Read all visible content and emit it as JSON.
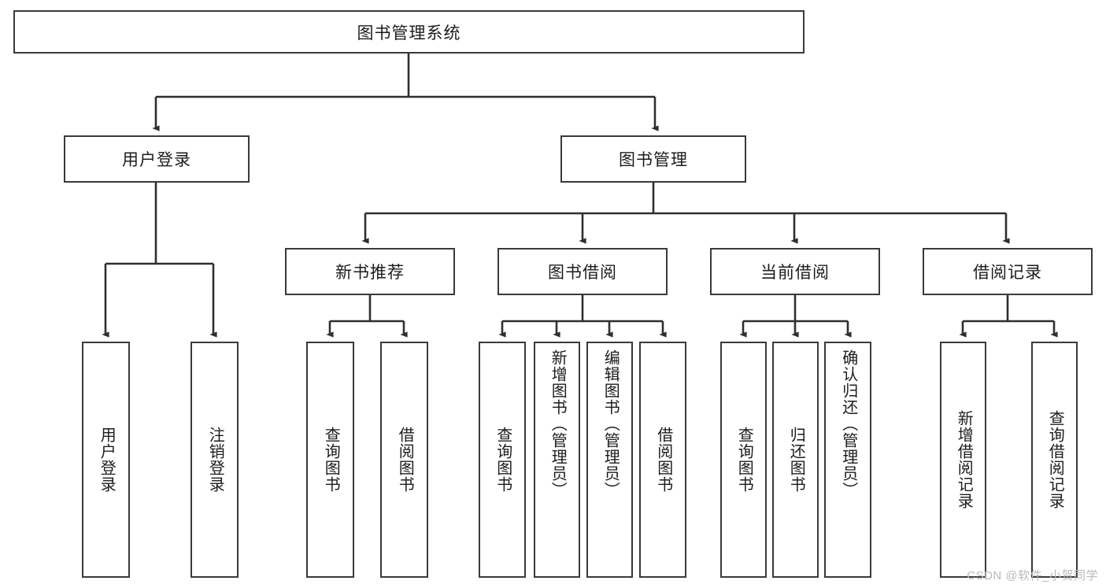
{
  "diagram": {
    "type": "tree-hierarchy",
    "title": "图书管理系统",
    "orientation": "top-down",
    "watermark": "CSDN @软件_小贺同学",
    "colors": {
      "box_border": "#3a3a3a",
      "box_fill": "#ffffff",
      "edge": "#2f2f2f",
      "text": "#1c1c1c",
      "watermark": "#b9b9b9",
      "background": "#ffffff"
    },
    "nodes": {
      "root": {
        "id": "root",
        "label": "图书管理系统",
        "level": 0,
        "text_orientation": "horizontal"
      },
      "level1": [
        {
          "id": "user-login",
          "label": "用户登录",
          "level": 1,
          "text_orientation": "horizontal"
        },
        {
          "id": "book-manage",
          "label": "图书管理",
          "level": 1,
          "text_orientation": "horizontal"
        }
      ],
      "level2": [
        {
          "id": "new-book-recommend",
          "label": "新书推荐",
          "level": 2,
          "parent": "book-manage",
          "text_orientation": "horizontal"
        },
        {
          "id": "book-borrow",
          "label": "图书借阅",
          "level": 2,
          "parent": "book-manage",
          "text_orientation": "horizontal"
        },
        {
          "id": "current-borrow",
          "label": "当前借阅",
          "level": 2,
          "parent": "book-manage",
          "text_orientation": "horizontal"
        },
        {
          "id": "borrow-record",
          "label": "借阅记录",
          "level": 2,
          "parent": "book-manage",
          "text_orientation": "horizontal"
        }
      ],
      "leaves": [
        {
          "id": "leaf-user-login",
          "label": "用户登录",
          "parent": "user-login",
          "text_orientation": "vertical"
        },
        {
          "id": "leaf-logout",
          "label": "注销登录",
          "parent": "user-login",
          "text_orientation": "vertical"
        },
        {
          "id": "leaf-query-book-1",
          "label": "查询图书",
          "parent": "new-book-recommend",
          "text_orientation": "vertical"
        },
        {
          "id": "leaf-borrow-book-1",
          "label": "借阅图书",
          "parent": "new-book-recommend",
          "text_orientation": "vertical"
        },
        {
          "id": "leaf-query-book-2",
          "label": "查询图书",
          "parent": "book-borrow",
          "text_orientation": "vertical"
        },
        {
          "id": "leaf-add-book",
          "label": "新增图书（管理员）",
          "parent": "book-borrow",
          "text_orientation": "vertical"
        },
        {
          "id": "leaf-edit-book",
          "label": "编辑图书（管理员）",
          "parent": "book-borrow",
          "text_orientation": "vertical"
        },
        {
          "id": "leaf-borrow-book-2",
          "label": "借阅图书",
          "parent": "book-borrow",
          "text_orientation": "vertical"
        },
        {
          "id": "leaf-query-book-3",
          "label": "查询图书",
          "parent": "current-borrow",
          "text_orientation": "vertical"
        },
        {
          "id": "leaf-return-book",
          "label": "归还图书",
          "parent": "current-borrow",
          "text_orientation": "vertical"
        },
        {
          "id": "leaf-confirm-return",
          "label": "确认归还（管理员）",
          "parent": "current-borrow",
          "text_orientation": "vertical"
        },
        {
          "id": "leaf-add-record",
          "label": "新增借阅记录",
          "parent": "borrow-record",
          "text_orientation": "vertical"
        },
        {
          "id": "leaf-query-record",
          "label": "查询借阅记录",
          "parent": "borrow-record",
          "text_orientation": "vertical"
        }
      ]
    }
  }
}
